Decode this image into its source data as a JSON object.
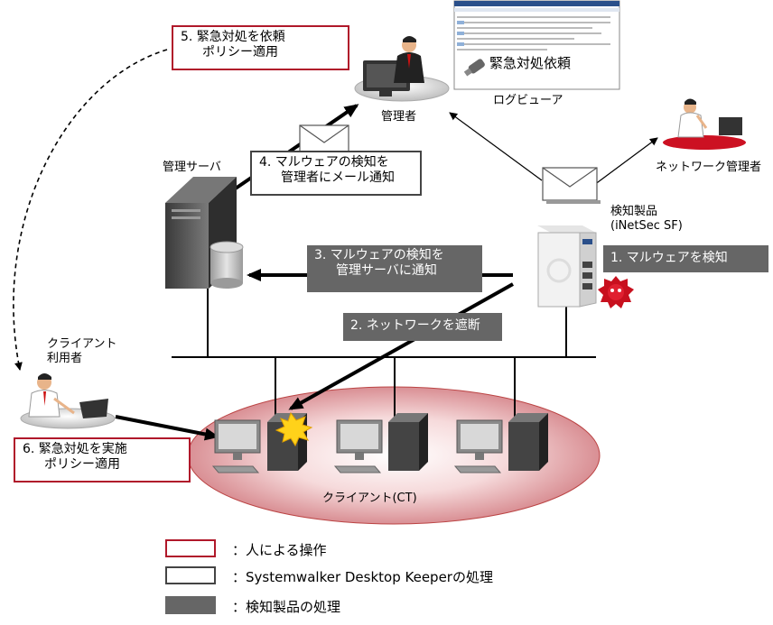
{
  "labels": {
    "admin": "管理者",
    "log_viewer": "ログビューア",
    "viewer_caption": "緊急対処依頼",
    "network_admin": "ネットワーク管理者",
    "management_server": "管理サーバ",
    "detection_product_line1": "検知製品",
    "detection_product_line2": "(iNetSec SF)",
    "client_user_line1": "クライアント",
    "client_user_line2": "利用者",
    "client_ct": "クライアント(CT)"
  },
  "steps": {
    "step1": "1.  マルウェアを検知",
    "step2": "2.  ネットワークを遮断",
    "step3_line1": "3.  マルウェアの検知を",
    "step3_line2": "管理サーバに通知",
    "step4_line1": "4.  マルウェアの検知を",
    "step4_line2": "管理者にメール通知",
    "step5_line1": "5.  緊急対処を依頼",
    "step5_line2": "ポリシー適用",
    "step6_line1": "6.  緊急対処を実施",
    "step6_line2": "ポリシー適用"
  },
  "legend": [
    {
      "text": "：人による操作",
      "style": "red-outline"
    },
    {
      "text": "：Systemwalker  Desktop Keeperの処理",
      "style": "dark-outline"
    },
    {
      "text": "：検知製品の処理",
      "style": "gray-fill"
    }
  ],
  "colors": {
    "red_border": "#b0182a",
    "gray_box": "#666666",
    "dark_border": "#444444",
    "client_area": "#f2c6c8",
    "admin_mat": "#cc1122"
  },
  "icons": [
    "person-at-desk-icon",
    "server-tower-icon",
    "envelope-icon",
    "malware-icon",
    "alert-burst-icon",
    "client-pc-icon",
    "detection-appliance-icon",
    "log-viewer-screenshot"
  ]
}
